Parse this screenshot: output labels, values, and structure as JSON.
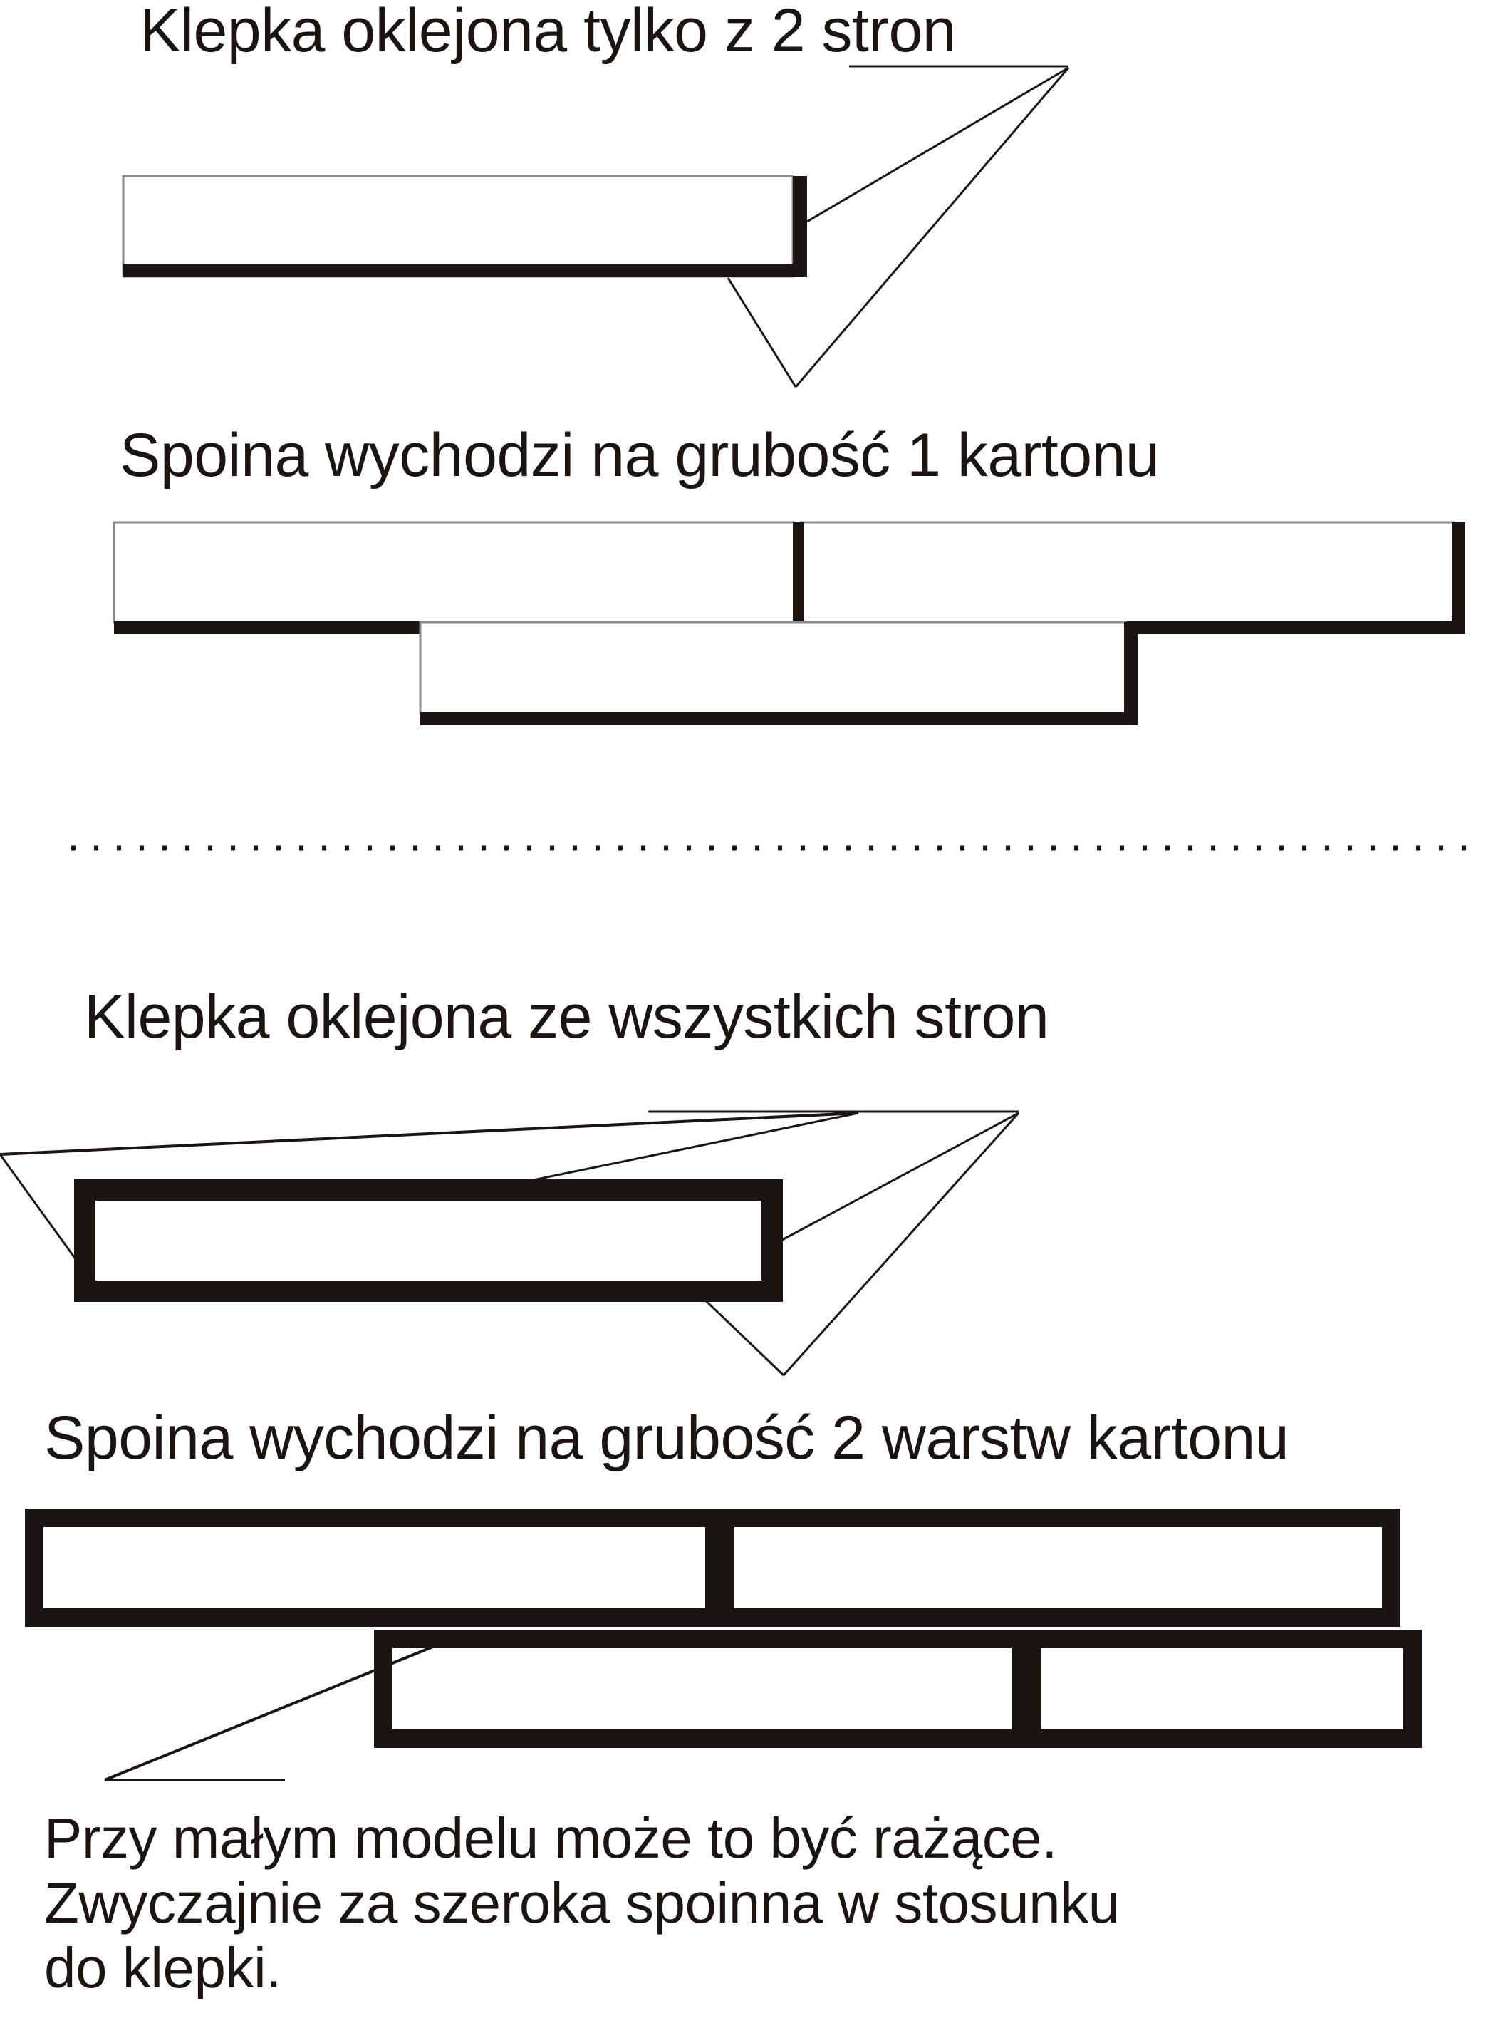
{
  "document": {
    "language": "pl",
    "title": "Klepka - oklejanie i spoiny",
    "background_color": "#ffffff",
    "ink_color": "#1a1513"
  },
  "sections": [
    {
      "id": "section-1",
      "caption": "Klepka oklejona tylko z 2 stron",
      "description": "Plank glued on only 2 sides",
      "glued_edges": [
        "right",
        "bottom"
      ]
    },
    {
      "id": "section-2",
      "caption": "Spoina wychodzi na grubość 1 kartonu",
      "description": "Joint comes out the thickness of 1 cardboard layer",
      "rows": 2
    },
    {
      "id": "section-3",
      "caption": "Klepka oklejona ze wszystkich stron",
      "description": "Plank glued on all sides",
      "glued_edges": [
        "top",
        "right",
        "bottom",
        "left"
      ]
    },
    {
      "id": "section-4",
      "caption": "Spoina wychodzi na grubość 2 warstw kartonu",
      "description": "Joint comes out the thickness of 2 cardboard layers",
      "rows": 2
    }
  ],
  "note": {
    "lines": [
      "Przy małym modelu może to być rażące.",
      "Zwyczajnie za szeroka spoinna w stosunku",
      "do klepki."
    ]
  },
  "divider": {
    "name": "dotted-separator",
    "style": "dotted",
    "color": "#1a1513"
  },
  "figures": {
    "brick_fill": "#ffffff",
    "thick_edge_color": "#1a1513",
    "thin_edge_color": "#8a8a8a",
    "leader_line_color": "#1a1513"
  }
}
